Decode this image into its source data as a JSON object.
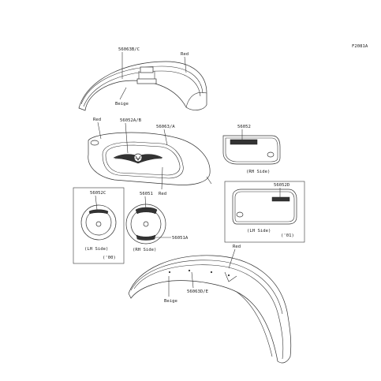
{
  "figure_code": "F2081A",
  "labels": {
    "front_fender_part": "56063B/C",
    "front_fender_red": "Red",
    "front_fender_beige": "Beige",
    "tank_red_top": "Red",
    "tank_part_a": "56052A/B",
    "tank_part_b": "56063/A",
    "tank_red_bottom": "Red",
    "side_cover_rh_part": "56052",
    "side_cover_rh_note": "(RH Side)",
    "side_cover_lh_part": "56052D",
    "side_cover_lh_note": "(LH Side)",
    "side_cover_lh_year": "('01)",
    "emblem_lh_part": "56052C",
    "emblem_lh_note": "(LH Side)",
    "emblem_lh_year": "('00)",
    "emblem_rh_part": "56051",
    "emblem_rh_part_b": "56051A",
    "emblem_rh_note": "(RH Side)",
    "rear_fender_red": "Red",
    "rear_fender_part": "56063D/E",
    "rear_fender_beige": "Beige"
  },
  "colors": {
    "line": "#333333",
    "background": "#ffffff"
  },
  "icons": [
    "kawasaki-wing-emblem-icon",
    "vulcan-logo-icon"
  ]
}
